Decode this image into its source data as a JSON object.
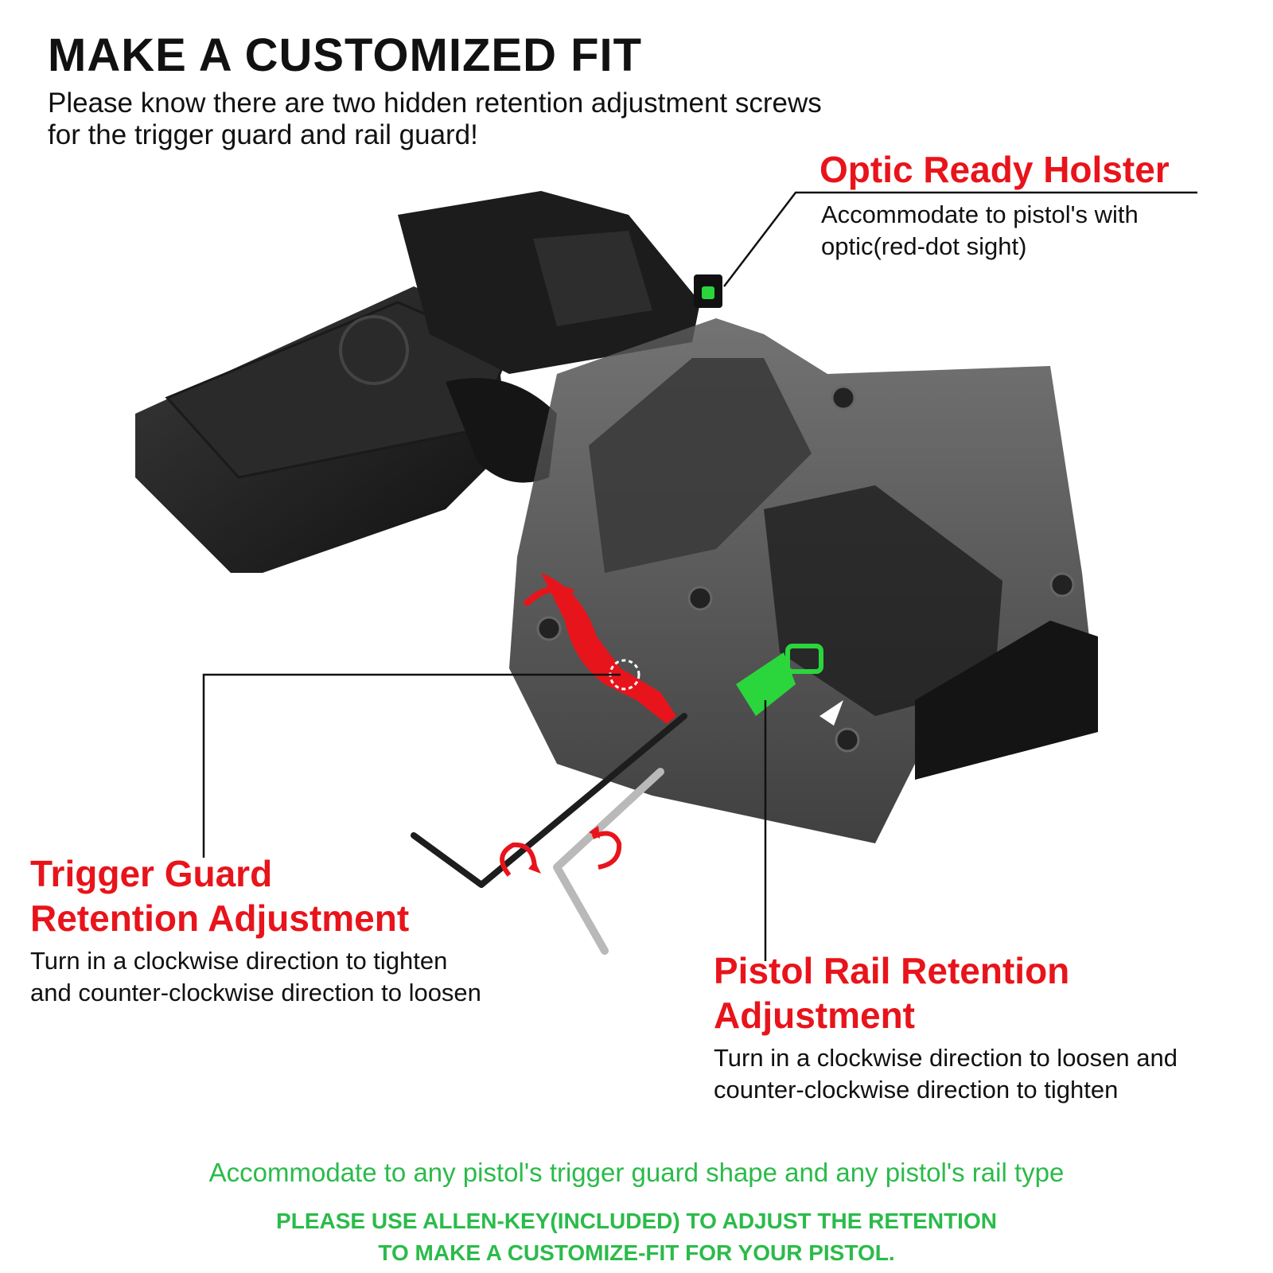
{
  "header": {
    "title": "MAKE A CUSTOMIZED FIT",
    "subtitle": "Please know there are two hidden retention adjustment screws for the trigger guard and rail guard!"
  },
  "callouts": {
    "optic": {
      "heading": "Optic Ready Holster",
      "description": "Accommodate to pistol's with optic(red-dot sight)"
    },
    "trigger_guard": {
      "heading_line1": "Trigger Guard",
      "heading_line2": "Retention Adjustment",
      "description_line1": "Turn in a clockwise direction to tighten",
      "description_line2": "and counter-clockwise direction to loosen"
    },
    "rail": {
      "heading_line1": "Pistol Rail Retention",
      "heading_line2": "Adjustment",
      "description_line1": "Turn in a clockwise direction to loosen and",
      "description_line2": "counter-clockwise direction to tighten"
    }
  },
  "footer": {
    "line1": "Accommodate to any pistol's trigger guard shape and any pistol's rail type",
    "line2a": "PLEASE USE ALLEN-KEY(INCLUDED) TO ADJUST THE RETENTION",
    "line2b": "TO MAKE A CUSTOMIZE-FIT FOR YOUR PISTOL."
  },
  "colors": {
    "accent_red": "#e8141b",
    "accent_green": "#2bbb4a",
    "text": "#111111"
  },
  "illustration": {
    "icons": [
      "pistol-icon",
      "holster-icon",
      "allen-key-icon",
      "rotate-arrow-icon",
      "optic-sight-icon"
    ]
  }
}
